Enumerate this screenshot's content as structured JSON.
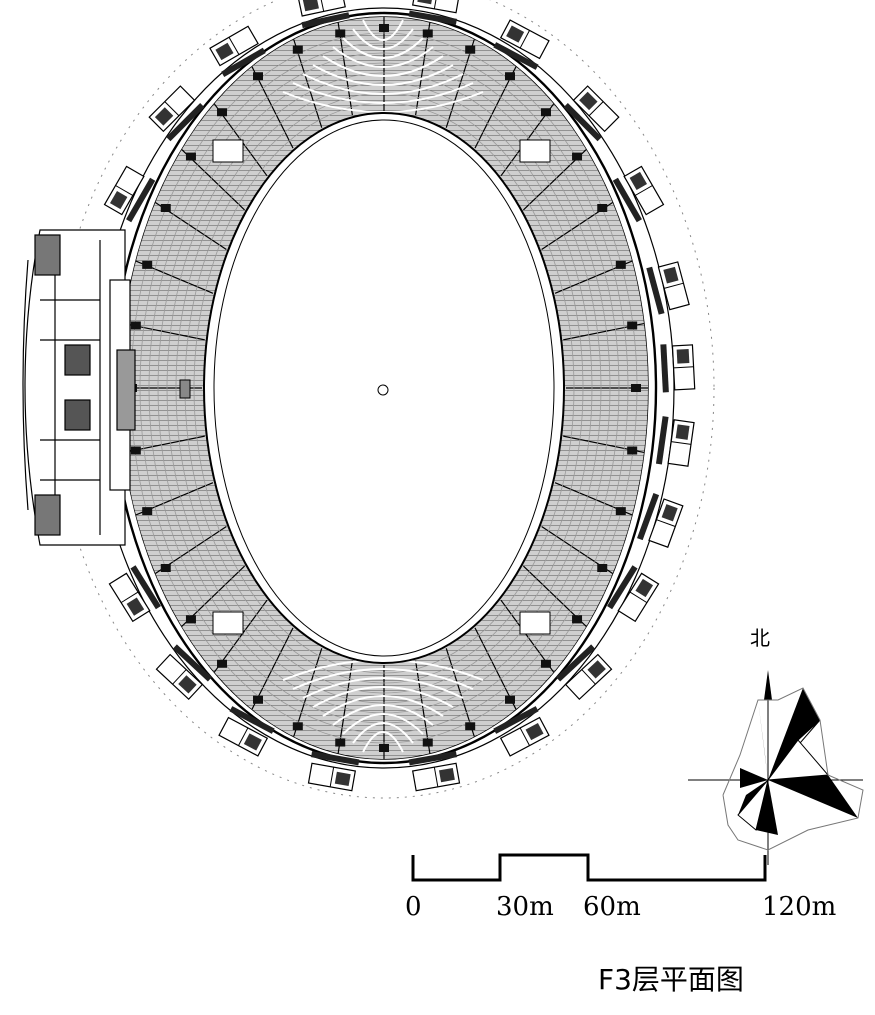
{
  "title": "F3层平面图",
  "north_label": "北",
  "scale_bar": {
    "labels": [
      "0",
      "30m",
      "60m",
      "120m"
    ],
    "unit": "m",
    "values": [
      0,
      30,
      60,
      120
    ]
  },
  "colors": {
    "line": "#000000",
    "hatch": "#6a6a6a",
    "seating": "#bdbdbd",
    "background": "#ffffff"
  },
  "icons": {
    "north_arrow": "north-arrow-icon",
    "wind_rose": "wind-rose-icon",
    "center_mark": "center-mark-icon"
  }
}
